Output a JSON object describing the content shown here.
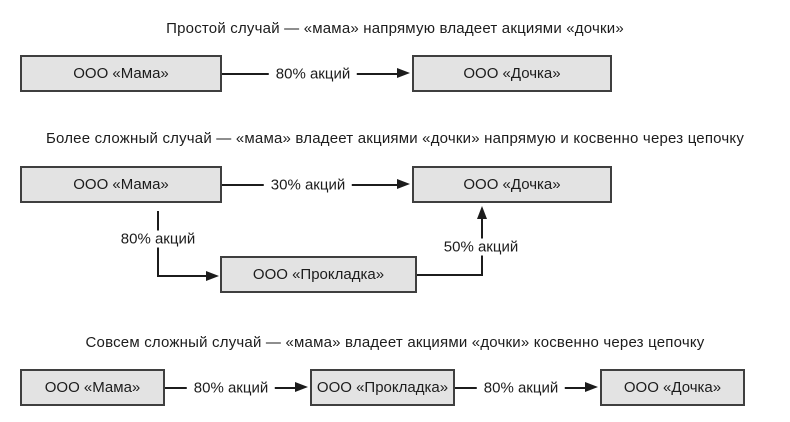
{
  "page": {
    "background": "#ffffff",
    "colors": {
      "page_bg": "#ffffff",
      "box_fill": "#e3e3e3",
      "box_border": "#3f3f3f",
      "line": "#1c1c1c",
      "text": "#1c1c1c"
    }
  },
  "sections": [
    {
      "title": "Простой случай — «мама» напрямую владеет акциями «дочки»",
      "nodes": [
        {
          "label": "ООО «Мама»"
        },
        {
          "label": "ООО «Дочка»"
        }
      ],
      "edges": [
        {
          "label": "80% акций",
          "from": "ООО «Мама»",
          "to": "ООО «Дочка»",
          "direction": "right"
        }
      ]
    },
    {
      "title": "Более сложный случай — «мама» владеет акциями «дочки» напрямую и косвенно через цепочку",
      "nodes": [
        {
          "label": "ООО «Мама»"
        },
        {
          "label": "ООО «Дочка»"
        },
        {
          "label": "ООО «Прокладка»"
        }
      ],
      "edges": [
        {
          "label": "30% акций",
          "from": "ООО «Мама»",
          "to": "ООО «Дочка»",
          "direction": "right"
        },
        {
          "label": "80% акций",
          "from": "ООО «Мама»",
          "to": "ООО «Прокладка»",
          "direction": "down-right"
        },
        {
          "label": "50% акций",
          "from": "ООО «Прокладка»",
          "to": "ООО «Дочка»",
          "direction": "right-up"
        }
      ]
    },
    {
      "title": "Совсем сложный случай — «мама» владеет акциями «дочки» косвенно через цепочку",
      "nodes": [
        {
          "label": "ООО «Мама»"
        },
        {
          "label": "ООО «Прокладка»"
        },
        {
          "label": "ООО «Дочка»"
        }
      ],
      "edges": [
        {
          "label": "80% акций",
          "from": "ООО «Мама»",
          "to": "ООО «Прокладка»",
          "direction": "right"
        },
        {
          "label": "80% акций",
          "from": "ООО «Прокладка»",
          "to": "ООО «Дочка»",
          "direction": "right"
        }
      ]
    }
  ]
}
